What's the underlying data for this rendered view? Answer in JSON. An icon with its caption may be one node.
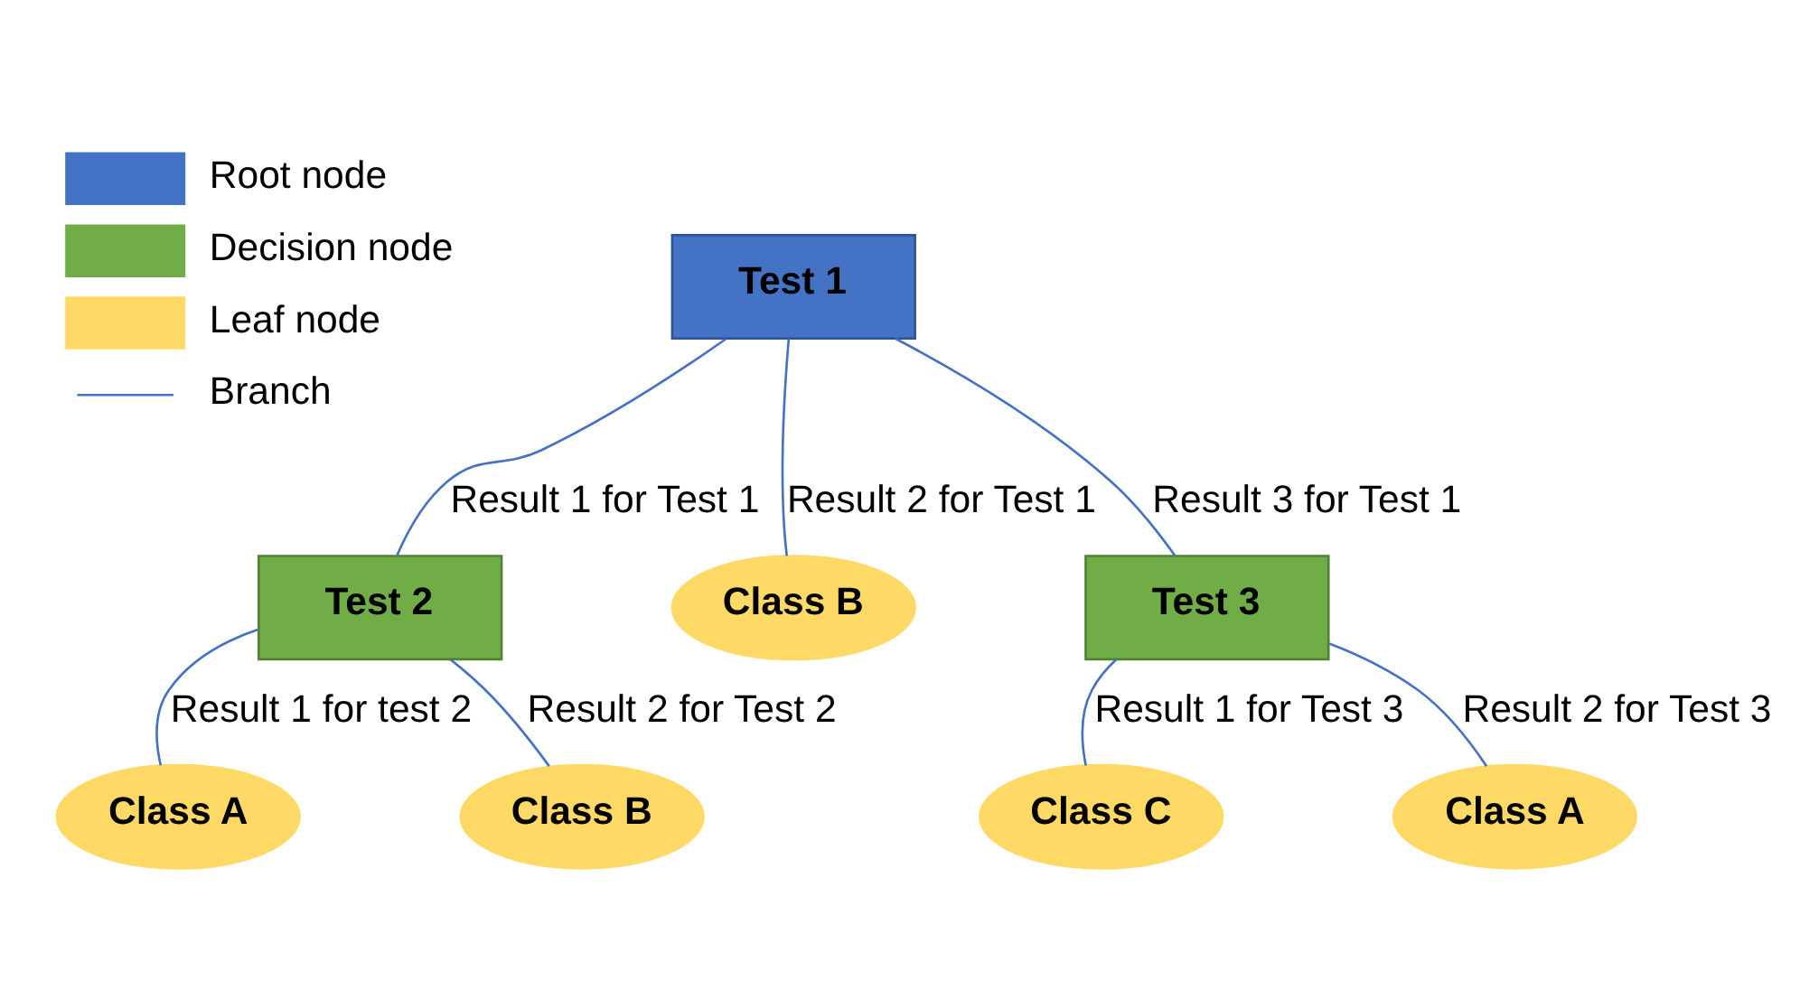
{
  "diagram": {
    "nodes": [
      {
        "text": [
          "Test 1"
        ]
      },
      {
        "text": [
          "Test 2"
        ]
      },
      {
        "text": [
          "Class B"
        ]
      },
      {
        "text": [
          "Test 3"
        ]
      },
      {
        "text": [
          "Class A"
        ]
      },
      {
        "text": [
          "Class B"
        ]
      },
      {
        "text": [
          "Class C"
        ]
      },
      {
        "text": [
          "Class A"
        ]
      }
    ],
    "edges": [
      {
        "from": 0,
        "to": 1,
        "arrow": "none",
        "label": "Result 1 for Test 1"
      },
      {
        "from": 0,
        "to": 2,
        "arrow": "none",
        "label": "Result 2 for Test 1"
      },
      {
        "from": 0,
        "to": 3,
        "arrow": "none",
        "label": "Result 3 for Test 1"
      },
      {
        "from": 1,
        "to": 4,
        "arrow": "none",
        "label": "Result 1 for test 2"
      },
      {
        "from": 1,
        "to": 5,
        "arrow": "none",
        "label": "Result 2 for Test 2"
      },
      {
        "from": 3,
        "to": 6,
        "arrow": "none",
        "label": "Result 1 for Test 3"
      },
      {
        "from": 3,
        "to": 7,
        "arrow": "none",
        "label": "Result 2 for Test 3"
      }
    ],
    "legend": [
      {
        "text": "Root node",
        "color": "#4472c4"
      },
      {
        "text": "Decision node",
        "color": "#70ad47"
      },
      {
        "text": "Leaf node",
        "color": "#ffd966"
      },
      {
        "text": "Branch"
      }
    ]
  }
}
